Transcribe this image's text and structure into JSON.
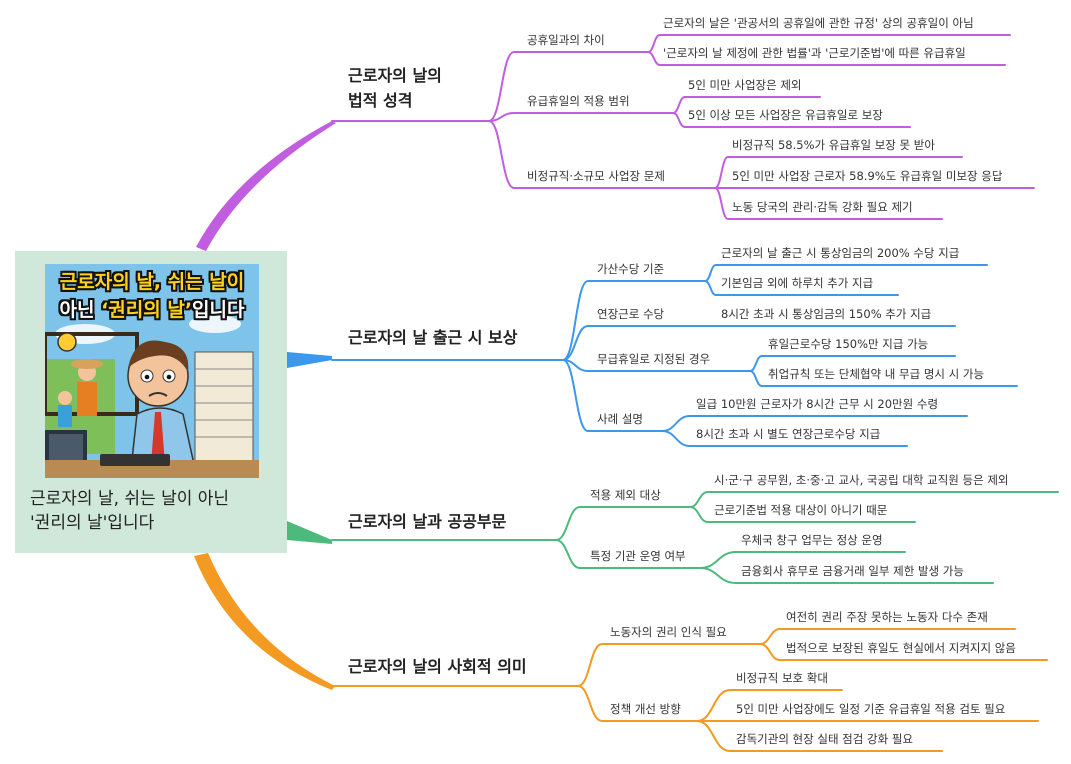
{
  "colors": {
    "purple": "#c15ee0",
    "blue": "#3d97ea",
    "green": "#4dba7c",
    "orange": "#f29a22",
    "root_bg": "#cfe8d9"
  },
  "root": {
    "image_title_line1": "근로자의 날, 쉬는 날이",
    "image_title_line2a": "아닌 ",
    "image_title_line2b": "‘권리의 날’",
    "image_title_line2c": "입니다",
    "title_line1": "근로자의 날, 쉬는 날이 아닌",
    "title_line2": "'권리의 날'입니다"
  },
  "branches": [
    {
      "title_line1": "근로자의 날의",
      "title_line2": "법적 성격",
      "topics": [
        {
          "label": "공휴일과의 차이",
          "items": [
            "근로자의 날은 '관공서의 공휴일에 관한 규정' 상의 공휴일이 아님",
            "'근로자의 날 제정에 관한 법률'과 '근로기준법'에 따른 유급휴일"
          ]
        },
        {
          "label": "유급휴일의 적용 범위",
          "items": [
            "5인 미만 사업장은 제외",
            "5인 이상 모든 사업장은 유급휴일로 보장"
          ]
        },
        {
          "label": "비정규직·소규모 사업장 문제",
          "items": [
            "비정규직 58.5%가 유급휴일 보장 못 받아",
            "5인 미만 사업장 근로자 58.9%도 유급휴일 미보장 응답",
            "노동 당국의 관리·감독 강화 필요 제기"
          ]
        }
      ]
    },
    {
      "title_line1": "근로자의 날 출근 시 보상",
      "topics": [
        {
          "label": "가산수당 기준",
          "items": [
            "근로자의 날 출근 시 통상임금의 200% 수당 지급",
            "기본임금 외에 하루치 추가 지급"
          ]
        },
        {
          "label": "연장근로 수당",
          "items": [
            "8시간 초과 시 통상임금의 150% 추가 지급"
          ]
        },
        {
          "label": "무급휴일로 지정된 경우",
          "items": [
            "휴일근로수당 150%만 지급 가능",
            "취업규칙 또는 단체협약 내 무급 명시 시 가능"
          ]
        },
        {
          "label": "사례 설명",
          "items": [
            "일급 10만원 근로자가 8시간 근무 시 20만원 수령",
            "8시간 초과 시 별도 연장근로수당 지급"
          ]
        }
      ]
    },
    {
      "title_line1": "근로자의 날과 공공부문",
      "topics": [
        {
          "label": "적용 제외 대상",
          "items": [
            "시·군·구 공무원, 초·중·고 교사, 국공립 대학 교직원 등은 제외",
            "근로기준법 적용 대상이 아니기 때문"
          ]
        },
        {
          "label": "특정 기관 운영 여부",
          "items": [
            "우체국 창구 업무는 정상 운영",
            "금융회사 휴무로 금융거래 일부 제한 발생 가능"
          ]
        }
      ]
    },
    {
      "title_line1": "근로자의 날의 사회적 의미",
      "topics": [
        {
          "label": "노동자의 권리 인식 필요",
          "items": [
            "여전히 권리 주장 못하는 노동자 다수 존재",
            "법적으로 보장된 휴일도 현실에서 지켜지지 않음"
          ]
        },
        {
          "label": "정책 개선 방향",
          "items": [
            "비정규직 보호 확대",
            "5인 미만 사업장에도 일정 기준 유급휴일 적용 검토 필요",
            "감독기관의 현장 실태 점검 강화 필요"
          ]
        }
      ]
    }
  ]
}
